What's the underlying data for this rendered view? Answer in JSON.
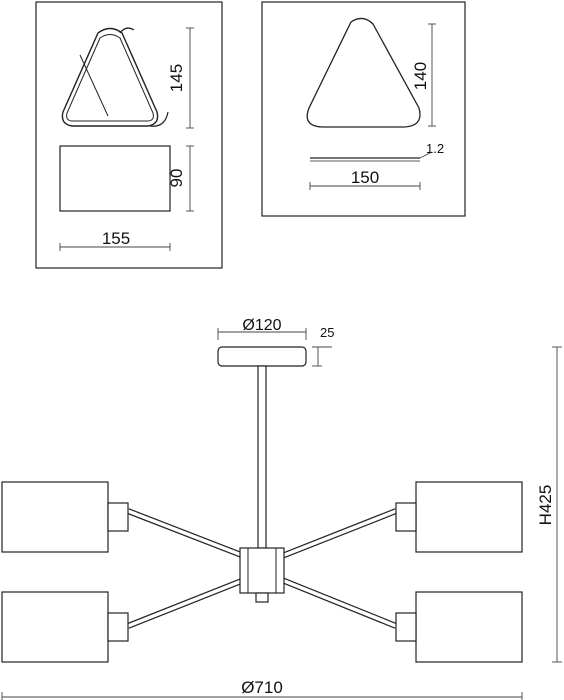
{
  "detail_left": {
    "shade_height": "145",
    "box_height": "90",
    "width": "155"
  },
  "detail_right": {
    "height": "140",
    "thickness": "1.2",
    "width": "150"
  },
  "fixture": {
    "canopy_diameter": "Ø120",
    "canopy_height": "25",
    "total_height": "H425",
    "total_diameter": "Ø710"
  }
}
